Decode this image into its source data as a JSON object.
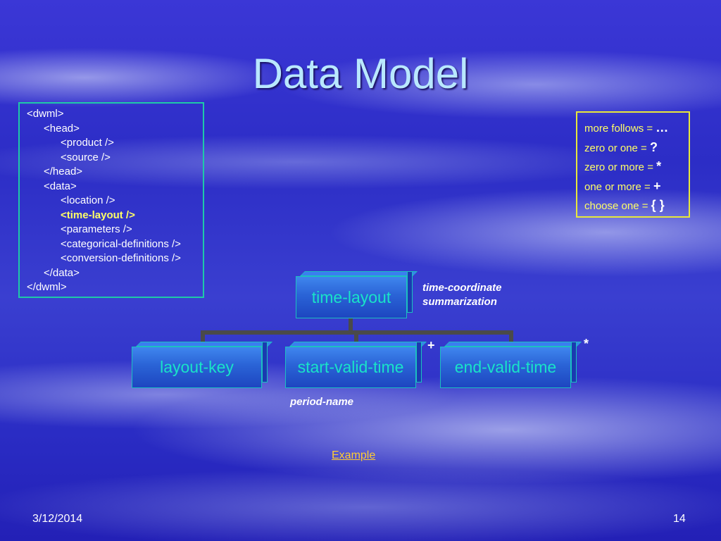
{
  "slide": {
    "title": "Data Model",
    "footer_date": "3/12/2014",
    "page_number": "14"
  },
  "xml_tree": {
    "lines": [
      {
        "text": "<dwml>",
        "indent": 0,
        "highlight": false
      },
      {
        "text": "<head>",
        "indent": 1,
        "highlight": false
      },
      {
        "text": "<product />",
        "indent": 2,
        "highlight": false
      },
      {
        "text": "<source />",
        "indent": 2,
        "highlight": false
      },
      {
        "text": "</head>",
        "indent": 1,
        "highlight": false
      },
      {
        "text": "<data>",
        "indent": 1,
        "highlight": false
      },
      {
        "text": "<location />",
        "indent": 2,
        "highlight": false
      },
      {
        "text": "<time-layout />",
        "indent": 2,
        "highlight": true
      },
      {
        "text": "<parameters />",
        "indent": 2,
        "highlight": false
      },
      {
        "text": "<categorical-definitions />",
        "indent": 2,
        "highlight": false
      },
      {
        "text": "<conversion-definitions />",
        "indent": 2,
        "highlight": false
      },
      {
        "text": "</data>",
        "indent": 1,
        "highlight": false
      },
      {
        "text": "</dwml>",
        "indent": 0,
        "highlight": false
      }
    ]
  },
  "legend": {
    "rows": [
      {
        "label": "more follows = ",
        "symbol": "…"
      },
      {
        "label": "zero or one = ",
        "symbol": "?"
      },
      {
        "label": "zero or more = ",
        "symbol": "*"
      },
      {
        "label": "one or more = ",
        "symbol": "+"
      },
      {
        "label": "choose one = ",
        "symbol": "{ }"
      }
    ]
  },
  "diagram": {
    "root": "time-layout",
    "root_note_line1": "time-coordinate",
    "root_note_line2": "summarization",
    "children": [
      "layout-key",
      "start-valid-time",
      "end-valid-time"
    ],
    "start_marker": "+",
    "end_marker": "*",
    "start_note": "period-name"
  },
  "link": {
    "example": "Example"
  },
  "colors": {
    "title": "#b9e8ff",
    "box_text": "#19e3c8",
    "legend_text": "#ffff66",
    "xml_border": "#1ec9a8",
    "legend_border": "#e8e83a",
    "link": "#ffcc33"
  }
}
